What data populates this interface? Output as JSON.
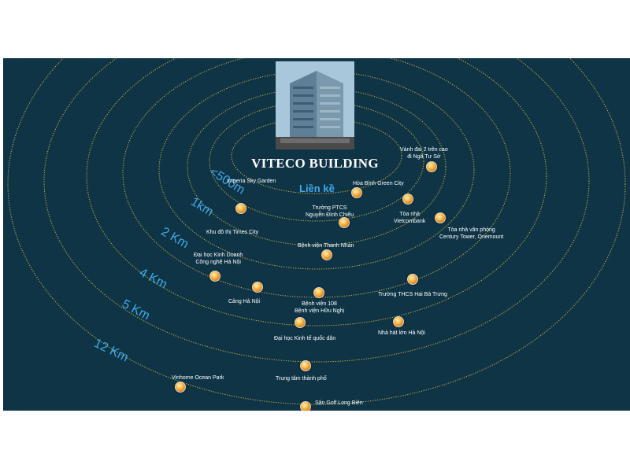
{
  "title": "VITECO BUILDING",
  "adjacent_label": "Liền kề",
  "distances": [
    "<500m",
    "1km",
    "2 Km",
    "4 Km",
    "5 Km",
    "12 Km"
  ],
  "places": {
    "ring_road": [
      "Vành đai 2 trên cao",
      "đi Ngã Tư Sở"
    ],
    "imperia": "Imperia Sky Garden",
    "hoa_binh": "Hòa Bình Green City",
    "ptcs": [
      "Trường PTCS",
      "Nguyễn Đình Chiểu"
    ],
    "vietcombank": [
      "Tòa nhà",
      "Vietcombank"
    ],
    "century": [
      "Tòa nhà văn phòng",
      "Century Tower, Onemount"
    ],
    "times_city": "Khu đô thị Times City",
    "thanh_nhan": "Bệnh viện Thanh Nhàn",
    "kinh_doanh": [
      "Đại học Kinh Doanh",
      "Công nghệ Hà Nội"
    ],
    "cang": "Cảng Hà Nội",
    "hospital_108": [
      "Bệnh viện 108",
      "Bệnh viện Hữu Nghị"
    ],
    "thcs": "Trường THCS Hai Bà Trưng",
    "ktqd": "Đại học Kinh tế quốc dân",
    "opera": "Nhà hát lớn Hà Nội",
    "center": "Trung tâm thành phố",
    "vinhome": "Vinhome Ocean Park",
    "golf": "Sân Golf Long Biên"
  },
  "colors": {
    "background": "#0e3446",
    "ring": "#c9b040",
    "accent": "#3fa9e6",
    "marker": "#f39c1f"
  }
}
